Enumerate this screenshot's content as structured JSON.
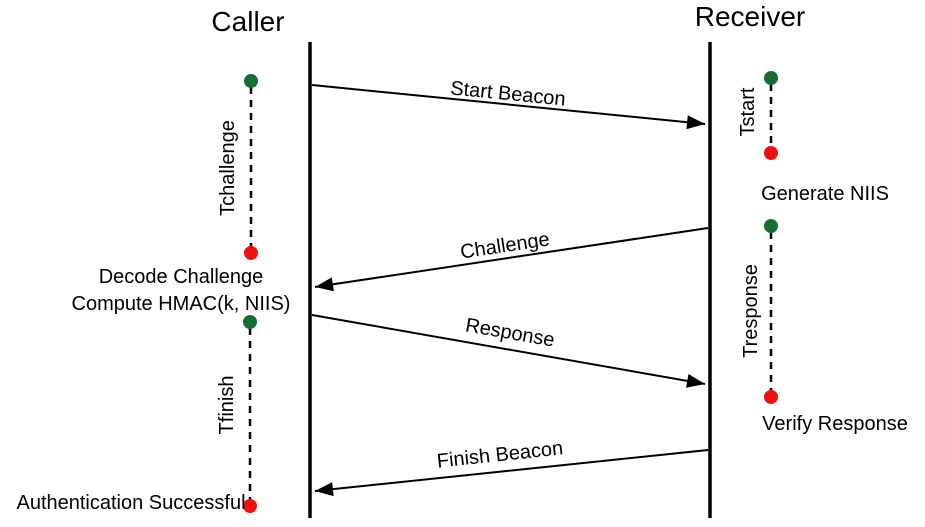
{
  "header": {
    "caller_label": "Caller",
    "receiver_label": "Receiver"
  },
  "messages": {
    "start_beacon": {
      "label": "Start Beacon",
      "from": "Caller",
      "to": "Receiver"
    },
    "challenge": {
      "label": "Challenge",
      "from": "Receiver",
      "to": "Caller"
    },
    "response": {
      "label": "Response",
      "from": "Caller",
      "to": "Receiver"
    },
    "finish_beacon": {
      "label": "Finish Beacon",
      "from": "Receiver",
      "to": "Caller"
    }
  },
  "caller_column": {
    "timer_challenge_label": "Tchallenge",
    "note_decode": "Decode Challenge",
    "note_compute": "Compute HMAC(k, NIIS)",
    "timer_finish_label": "Tfinish",
    "note_auth": "Authentication Successful"
  },
  "receiver_column": {
    "timer_start_label": "Tstart",
    "note_generate": "Generate NIIS",
    "timer_response_label": "Tresponse",
    "note_verify": "Verify Response"
  },
  "colors": {
    "timer_start_dot": "#186e32",
    "timer_stop_dot": "#ee1111",
    "line": "#000000"
  }
}
